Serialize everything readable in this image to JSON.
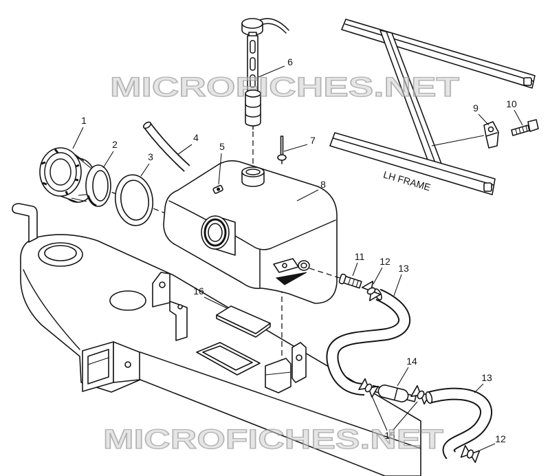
{
  "watermark": "MICROFICHES.NET",
  "frame_label": "LH FRAME",
  "callouts": [
    "1",
    "2",
    "3",
    "4",
    "5",
    "6",
    "7",
    "8",
    "9",
    "10",
    "11",
    "12",
    "13",
    "14",
    "13",
    "15",
    "12",
    "16"
  ]
}
